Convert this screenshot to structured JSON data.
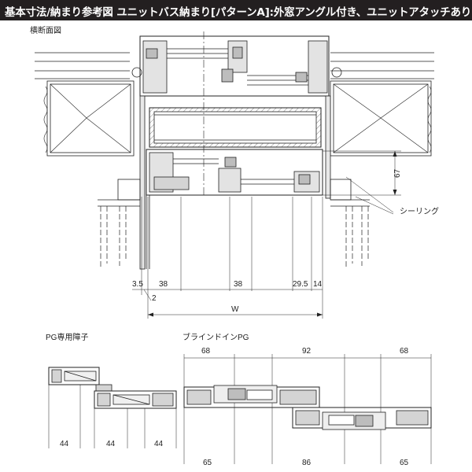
{
  "header": {
    "title": "基本寸法/納まり参考図 ユニットバス納まり[パターンA]:外窓アングル付き、ユニットアタッチあり"
  },
  "sections": {
    "cross_section_title": "横断面図",
    "pg_mullion_title": "PG専用障子",
    "blind_in_pg_title": "ブラインドインPG"
  },
  "annotations": {
    "sealing": "シーリング"
  },
  "dimensions": {
    "top": {
      "d1": "3.5",
      "d2": "38",
      "d3": "38",
      "d4": "29.5",
      "d5": "14",
      "d_small": "2",
      "width": "W",
      "height_67": "67"
    },
    "pg": {
      "a": "44",
      "b": "44",
      "c": "44"
    },
    "blind": {
      "top_left": "68",
      "top_mid": "92",
      "top_right": "68",
      "bot_left": "65",
      "bot_mid": "86",
      "bot_right": "65"
    }
  },
  "colors": {
    "header_bg": "#231f20",
    "line": "#222222",
    "fill": "#cfcfcf"
  }
}
